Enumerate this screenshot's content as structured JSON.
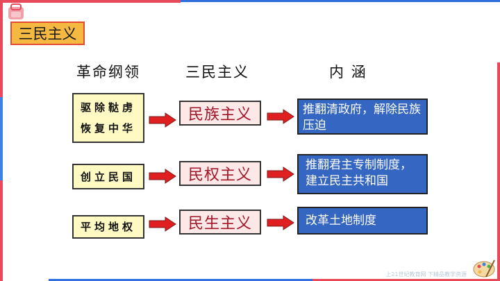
{
  "slide_title": "三民主义",
  "headers": {
    "col1": "革命纲领",
    "col2": "三民主义",
    "col3": "内 涵"
  },
  "rows": [
    {
      "program_line1": "驱除鞑虏",
      "program_line2": "恢复中华",
      "principle": "民族主义",
      "meaning": "推翻清政府，解除民族压迫"
    },
    {
      "program_line1": "创立民国",
      "principle": "民权主义",
      "meaning": " 推翻君主专制制度，建立民主共和国"
    },
    {
      "program_line1": "平均地权",
      "principle": "民生主义",
      "meaning": "改革土地制度"
    }
  ],
  "footer_text": "上21世纪教育网    下精品教学资源",
  "colors": {
    "title_bg": "#f5b942",
    "principle_text": "#a11526",
    "meaning_bg": "#3466c2",
    "arrow": "#e02020"
  }
}
